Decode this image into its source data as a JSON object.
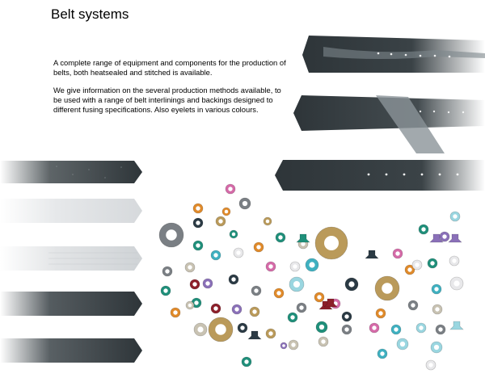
{
  "page": {
    "title": "Belt systems",
    "paragraph_1": " A complete range of equipment and components for the production of belts, both heatsealed and stitched is available.",
    "paragraph_2": "We give information on the several production methods available, to be used with a range of belt interlinings and backings designed to different fusing specifications. Also eyelets in various colours."
  },
  "colors": {
    "background": "#ffffff",
    "belt_dark": "#2e3539",
    "belt_light": "#e4e6e8",
    "eyelet_palette": [
      "#ba9a5a",
      "#7a7f84",
      "#1f8f7a",
      "#3fb0c0",
      "#d56aa8",
      "#e08a2a",
      "#8a70b8",
      "#8c1f2a",
      "#2b3a44",
      "#e8e8ea",
      "#9ad6e0",
      "#c8c2b2"
    ]
  },
  "images": {
    "top_right_belts": [
      "belt-strip-stitched",
      "belt-strip-heatsealed",
      "belt-strip-eyelets"
    ],
    "left_belts": [
      "belt-texture-black-speckled",
      "belt-texture-white-fabric",
      "belt-texture-white-woven",
      "belt-texture-black",
      "belt-texture-black-2"
    ],
    "eyelets": "assorted-coloured-eyelets"
  }
}
